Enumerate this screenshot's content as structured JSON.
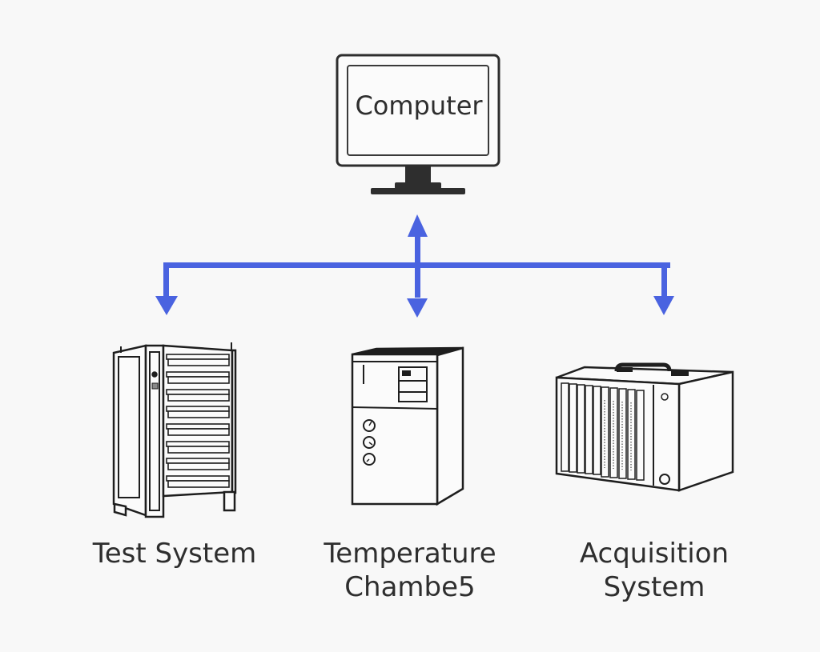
{
  "diagram": {
    "computer": {
      "label": "Computer",
      "icon": "monitor-icon"
    },
    "connector": {
      "color": "#4a63e0",
      "style": "bidirectional-bus"
    },
    "devices": [
      {
        "label_lines": [
          "Test System"
        ],
        "icon": "server-rack-icon"
      },
      {
        "label_lines": [
          "Temperature",
          "Chambe5"
        ],
        "icon": "temperature-chamber-icon"
      },
      {
        "label_lines": [
          "Acquisition",
          "System"
        ],
        "icon": "data-acquisition-chassis-icon"
      }
    ]
  }
}
